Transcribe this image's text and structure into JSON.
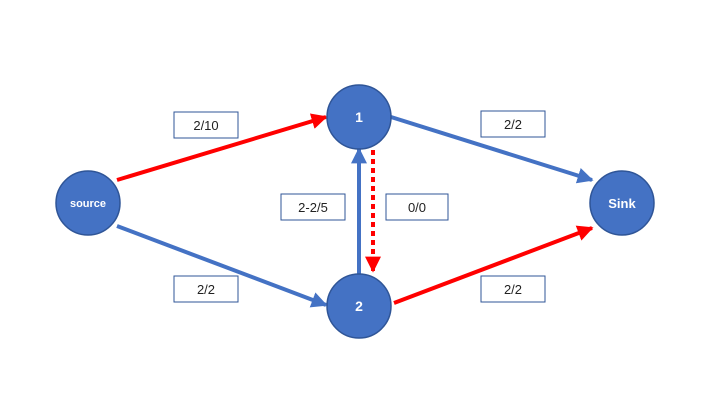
{
  "colors": {
    "node_fill": "#4472C4",
    "node_stroke": "#2F5597",
    "edge_blue": "#4472C4",
    "edge_red": "#FF0000",
    "label_border": "#2F5597",
    "label_bg": "#FFFFFF"
  },
  "nodes": [
    {
      "id": "source",
      "label": "source"
    },
    {
      "id": "n1",
      "label": "1"
    },
    {
      "id": "n2",
      "label": "2"
    },
    {
      "id": "sink",
      "label": "Sink"
    }
  ],
  "edges": [
    {
      "id": "source-n1",
      "from": "source",
      "to": "n1",
      "label": "2/10",
      "color": "red",
      "style": "solid"
    },
    {
      "id": "source-n2",
      "from": "source",
      "to": "n2",
      "label": "2/2",
      "color": "blue",
      "style": "solid"
    },
    {
      "id": "n1-sink",
      "from": "n1",
      "to": "sink",
      "label": "2/2",
      "color": "blue",
      "style": "solid"
    },
    {
      "id": "n2-sink",
      "from": "n2",
      "to": "sink",
      "label": "2/2",
      "color": "red",
      "style": "solid"
    },
    {
      "id": "n2-n1",
      "from": "n2",
      "to": "n1",
      "label": "2-2/5",
      "color": "blue",
      "style": "solid"
    },
    {
      "id": "n1-n2",
      "from": "n1",
      "to": "n2",
      "label": "0/0",
      "color": "red",
      "style": "dashed"
    }
  ]
}
